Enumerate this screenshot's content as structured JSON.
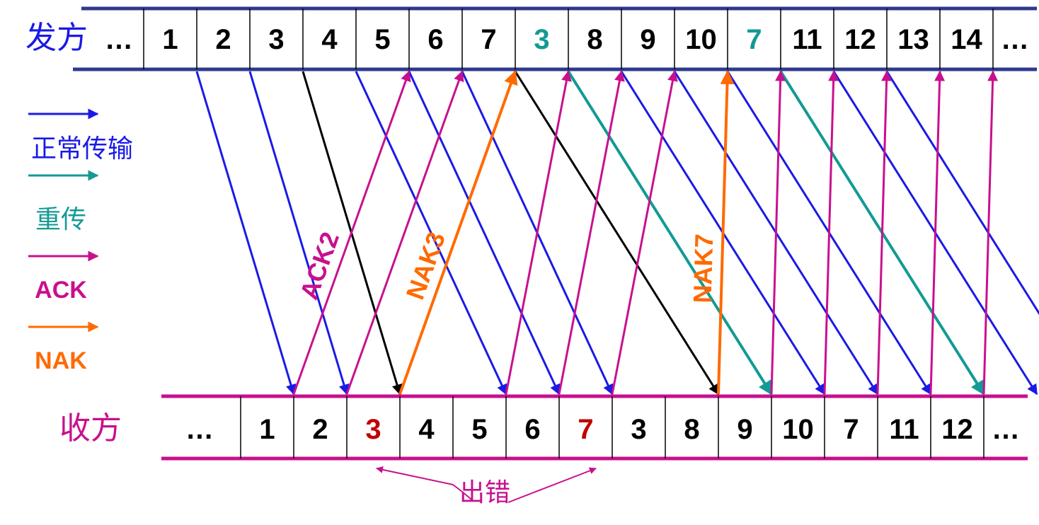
{
  "sender": {
    "label": "发方",
    "ellipsis_left": "…",
    "ellipsis_right": "…",
    "frames": [
      {
        "text": "1",
        "type": "normal"
      },
      {
        "text": "2",
        "type": "normal"
      },
      {
        "text": "3",
        "type": "normal"
      },
      {
        "text": "4",
        "type": "normal"
      },
      {
        "text": "5",
        "type": "normal"
      },
      {
        "text": "6",
        "type": "normal"
      },
      {
        "text": "7",
        "type": "normal"
      },
      {
        "text": "3",
        "type": "retransmit"
      },
      {
        "text": "8",
        "type": "normal"
      },
      {
        "text": "9",
        "type": "normal"
      },
      {
        "text": "10",
        "type": "normal"
      },
      {
        "text": "7",
        "type": "retransmit"
      },
      {
        "text": "11",
        "type": "normal"
      },
      {
        "text": "12",
        "type": "normal"
      },
      {
        "text": "13",
        "type": "normal"
      },
      {
        "text": "14",
        "type": "normal"
      }
    ]
  },
  "receiver": {
    "label": "收方",
    "ellipsis_left": "…",
    "ellipsis_right": "…",
    "frames": [
      {
        "text": "1",
        "type": "normal"
      },
      {
        "text": "2",
        "type": "normal"
      },
      {
        "text": "3",
        "type": "error"
      },
      {
        "text": "4",
        "type": "normal"
      },
      {
        "text": "5",
        "type": "normal"
      },
      {
        "text": "6",
        "type": "normal"
      },
      {
        "text": "7",
        "type": "error"
      },
      {
        "text": "3",
        "type": "normal"
      },
      {
        "text": "8",
        "type": "normal"
      },
      {
        "text": "9",
        "type": "normal"
      },
      {
        "text": "10",
        "type": "normal"
      },
      {
        "text": "7",
        "type": "normal"
      },
      {
        "text": "11",
        "type": "normal"
      },
      {
        "text": "12",
        "type": "normal"
      }
    ]
  },
  "legend": [
    {
      "label": "正常传输",
      "kind": "normal"
    },
    {
      "label": "重传",
      "kind": "retransmit"
    },
    {
      "label": "ACK",
      "kind": "ack"
    },
    {
      "label": "NAK",
      "kind": "nak"
    }
  ],
  "transmissions": [
    {
      "from_sender_frame": 1,
      "to_receiver_frame": 0,
      "kind": "normal"
    },
    {
      "from_sender_frame": 2,
      "to_receiver_frame": 1,
      "kind": "normal"
    },
    {
      "from_sender_frame": 3,
      "to_receiver_frame": 2,
      "kind": "error"
    },
    {
      "from_sender_frame": 4,
      "to_receiver_frame": 4,
      "kind": "normal"
    },
    {
      "from_sender_frame": 5,
      "to_receiver_frame": 5,
      "kind": "normal"
    },
    {
      "from_sender_frame": 6,
      "to_receiver_frame": 6,
      "kind": "normal"
    },
    {
      "from_sender_frame": 7,
      "to_receiver_frame": 8,
      "kind": "error"
    },
    {
      "from_sender_frame": 8,
      "to_receiver_frame": 9,
      "kind": "retransmit"
    },
    {
      "from_sender_frame": 9,
      "to_receiver_frame": 10,
      "kind": "normal"
    },
    {
      "from_sender_frame": 10,
      "to_receiver_frame": 11,
      "kind": "normal"
    },
    {
      "from_sender_frame": 11,
      "to_receiver_frame": 12,
      "kind": "normal"
    },
    {
      "from_sender_frame": 12,
      "to_receiver_frame": 13,
      "kind": "retransmit"
    },
    {
      "from_sender_frame": 13,
      "to_receiver_frame": 14,
      "kind": "normal"
    },
    {
      "from_sender_frame": 14,
      "to_receiver_frame": 15,
      "kind": "normal"
    }
  ],
  "responses": [
    {
      "from_receiver_frame": 0,
      "to_sender_frame": 5,
      "kind": "ack",
      "label": "ACK2"
    },
    {
      "from_receiver_frame": 1,
      "to_sender_frame": 6,
      "kind": "ack",
      "label": ""
    },
    {
      "from_receiver_frame": 2,
      "to_sender_frame": 7,
      "kind": "nak",
      "label": "NAK3"
    },
    {
      "from_receiver_frame": 4,
      "to_sender_frame": 8,
      "kind": "ack",
      "label": ""
    },
    {
      "from_receiver_frame": 5,
      "to_sender_frame": 9,
      "kind": "ack",
      "label": ""
    },
    {
      "from_receiver_frame": 6,
      "to_sender_frame": 10,
      "kind": "ack",
      "label": ""
    },
    {
      "from_receiver_frame": 8,
      "to_sender_frame": 11,
      "kind": "nak",
      "label": "NAK7"
    },
    {
      "from_receiver_frame": 9,
      "to_sender_frame": 12,
      "kind": "ack",
      "label": ""
    },
    {
      "from_receiver_frame": 10,
      "to_sender_frame": 13,
      "kind": "ack",
      "label": ""
    },
    {
      "from_receiver_frame": 11,
      "to_sender_frame": 14,
      "kind": "ack",
      "label": ""
    },
    {
      "from_receiver_frame": 12,
      "to_sender_frame": 15,
      "kind": "ack",
      "label": ""
    },
    {
      "from_receiver_frame": 13,
      "to_sender_frame": 16,
      "kind": "ack",
      "label": ""
    }
  ],
  "error_note": {
    "label": "出错",
    "receiver_frames": [
      3,
      7
    ]
  },
  "colors": {
    "sender_bar": "#2e3a8c",
    "receiver_bar": "#c8108e",
    "normal": "#1a1ae6",
    "retransmit": "#139a94",
    "ack": "#c8108e",
    "nak": "#ff6a00",
    "error": "#000000",
    "error_text": "#c00000",
    "text": "#000000",
    "sender_label": "#1a1ae6",
    "receiver_label": "#c8108e"
  }
}
